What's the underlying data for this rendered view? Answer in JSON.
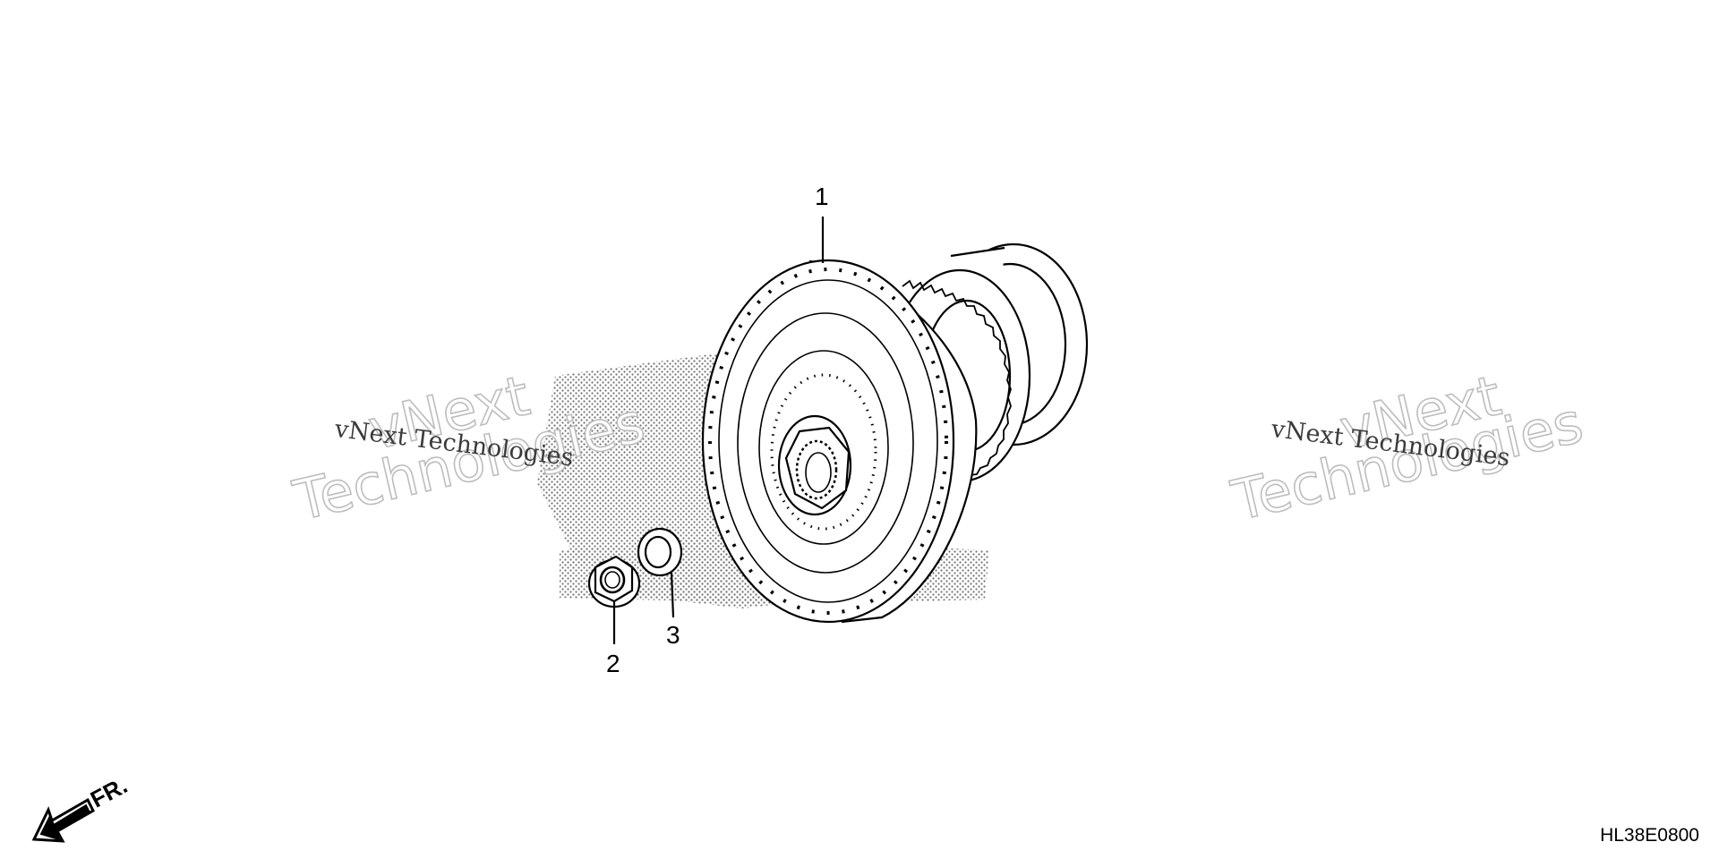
{
  "callouts": {
    "part1": "1",
    "part2": "2",
    "part3": "3"
  },
  "watermark": {
    "line1": "vNext",
    "line2": "Technologies",
    "small": "vNext Technologies"
  },
  "direction": {
    "label": "FR."
  },
  "diagram_code": "HL38E0800",
  "colors": {
    "line": "#000000",
    "watermark_outline": "#bdbdbd",
    "stipple": "#444444"
  }
}
